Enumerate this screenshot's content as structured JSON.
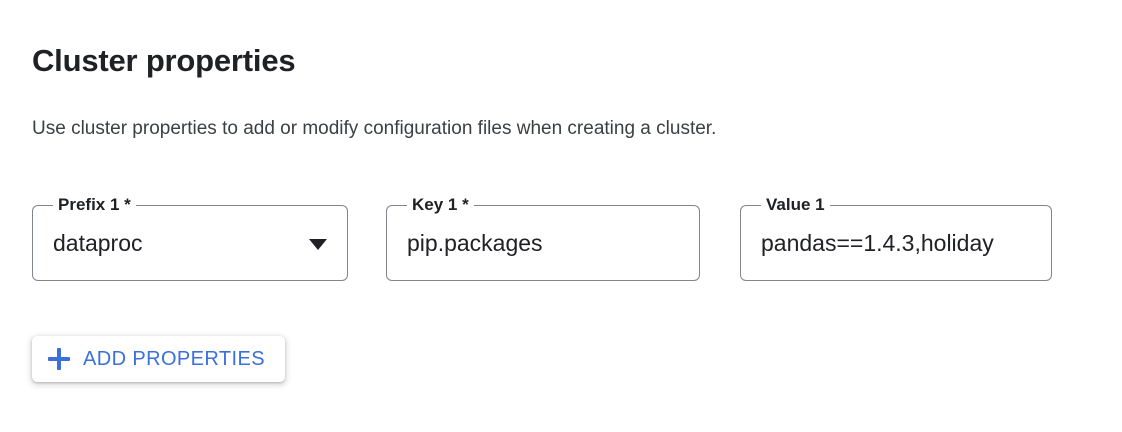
{
  "header": {
    "title": "Cluster properties",
    "description": "Use cluster properties to add or modify configuration files when creating a cluster."
  },
  "form": {
    "fields": [
      {
        "name": "prefix-1",
        "label": "Prefix 1 *",
        "value": "dataproc",
        "type": "select",
        "required": true,
        "icon": "chevron-down-icon"
      },
      {
        "name": "key-1",
        "label": "Key 1 *",
        "value": "pip.packages",
        "type": "text",
        "required": true
      },
      {
        "name": "value-1",
        "label": "Value 1",
        "value": "pandas==1.4.3,holiday",
        "type": "text",
        "required": false
      }
    ]
  },
  "actions": {
    "add_properties_label": "ADD PROPERTIES",
    "add_properties_icon": "plus-icon"
  },
  "colors": {
    "accent_blue": "#3b6fdc",
    "text_primary": "#202124",
    "text_secondary": "#3c4043",
    "field_border": "#80868b",
    "background": "#ffffff"
  }
}
